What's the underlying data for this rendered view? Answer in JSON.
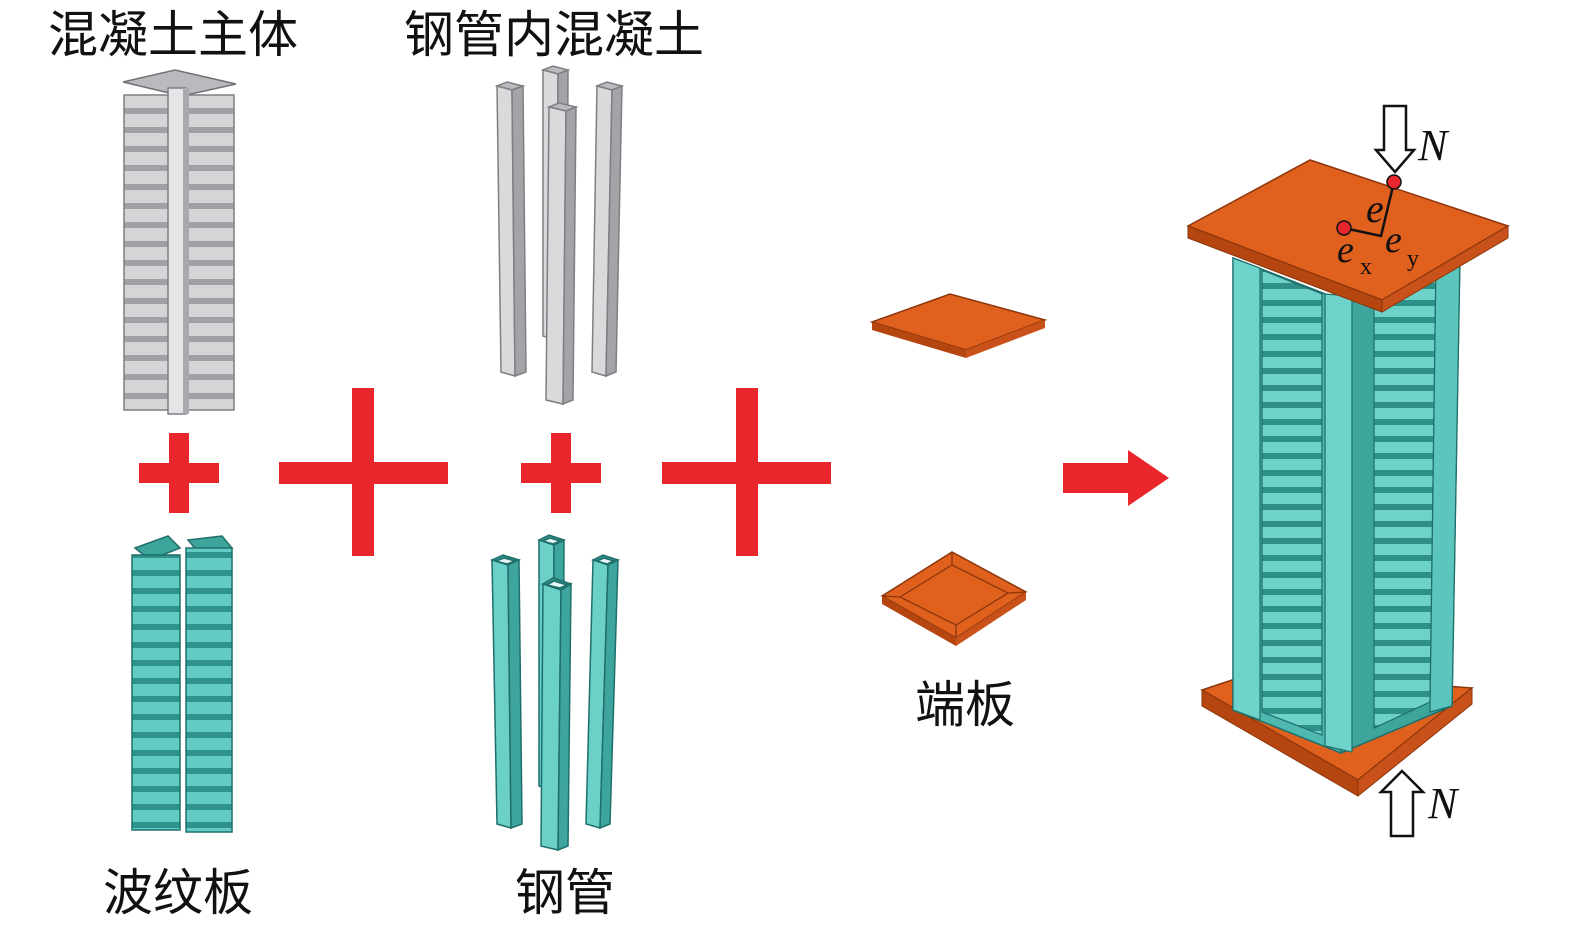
{
  "labels": {
    "concrete_body": "混凝土主体",
    "tube_concrete": "钢管内混凝土",
    "corrugated_plate": "波纹板",
    "steel_tube": "钢管",
    "end_plate": "端板"
  },
  "symbols": {
    "load_top": "N",
    "load_bottom": "N",
    "eccentricity": "e",
    "ecc_x_base": "e",
    "ecc_x_sub": "x",
    "ecc_y_base": "e",
    "ecc_y_sub": "y"
  },
  "colors": {
    "concrete": "#c9cacc",
    "concrete_dark": "#8f9194",
    "steel": "#5fc9c1",
    "steel_dark": "#2f8f89",
    "plate": "#e0601e",
    "plate_dark": "#a8420f",
    "plus": "#e8262b",
    "arrow": "#e8262b",
    "point": "#e8262b"
  }
}
